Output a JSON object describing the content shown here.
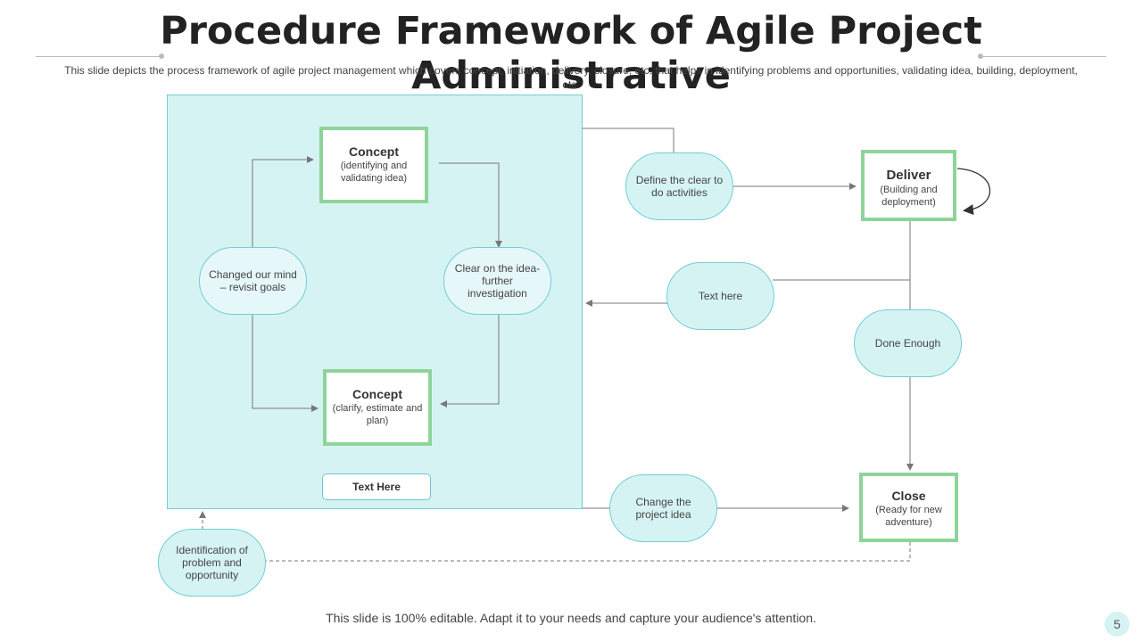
{
  "title": "Procedure Framework of Agile Project Administrative",
  "subtitle": "This slide depicts the process framework of agile project management which covers concept, initiation, delivery,  closure, etc. that helps in identifying problems and opportunities, validating idea, building, deployment, etc.",
  "nodes": {
    "concept_top": {
      "title": "Concept",
      "subtitle": "(identifying and validating idea)"
    },
    "concept_bottom": {
      "title": "Concept",
      "subtitle": "(clarify, estimate and plan)"
    },
    "deliver": {
      "title": "Deliver",
      "subtitle": "(Building and deployment)"
    },
    "close": {
      "title": "Close",
      "subtitle": "(Ready for new adventure)"
    },
    "changed_mind": "Changed our mind – revisit goals",
    "clear_idea": "Clear on the idea-further investigation",
    "define_clear": "Define the clear to do activities",
    "text_here_pill": "Text here",
    "done_enough": "Done Enough",
    "change_idea": "Change the project idea",
    "identification": "Identification of problem and opportunity",
    "text_here_button": "Text Here"
  },
  "colors": {
    "panel": "#d6f3f3",
    "panel_border": "#6fcfd1",
    "box_border": "#8ed49a",
    "connector": "#777777"
  },
  "footer": "This slide is 100% editable. Adapt it to your needs and capture your audience's attention.",
  "page_number": "5"
}
